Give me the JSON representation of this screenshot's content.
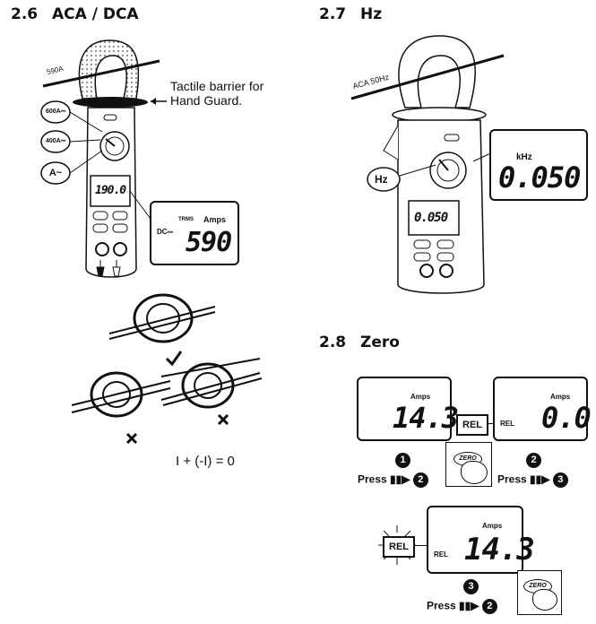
{
  "sections": {
    "aca_dca": {
      "number": "2.6",
      "title": "ACA / DCA"
    },
    "hz": {
      "number": "2.7",
      "title": "Hz"
    },
    "zero": {
      "number": "2.8",
      "title": "Zero"
    }
  },
  "aca_dca_fig": {
    "clamp_current": "590A",
    "note": "Tactile barrier for Hand Guard.",
    "range_600": "600A⎓",
    "range_400": "400A⎓",
    "range_ac": "A~",
    "meter_reading": "190.0",
    "lcd_mode": "DC⎓",
    "lcd_small": "TRMS",
    "lcd_unit": "Amps",
    "lcd_reading": "590",
    "equation": "I + (-I) = 0"
  },
  "hz_fig": {
    "clamp_signal": "ACA 50Hz",
    "callout": "Hz",
    "lcd_unit": "kHz",
    "lcd_reading": "0.050",
    "meter_reading": "0.050"
  },
  "zero_fig": {
    "lcd1_unit": "Amps",
    "lcd1_reading": "14.3",
    "rel_label": "REL",
    "lcd2_unit": "Amps",
    "lcd2_reading": "0.0",
    "lcd2_rel": "REL",
    "step1": "1",
    "press_a": "Press",
    "target_a": "2",
    "zero_button": "ZERO",
    "step2": "2",
    "press_b": "Press",
    "target_b": "3",
    "lcd3_unit": "Amps",
    "lcd3_reading": "14.3",
    "lcd3_rel": "REL",
    "rel_flash": "REL",
    "step3": "3",
    "press_c": "Press",
    "target_c": "2",
    "zero_button_2": "ZERO"
  }
}
